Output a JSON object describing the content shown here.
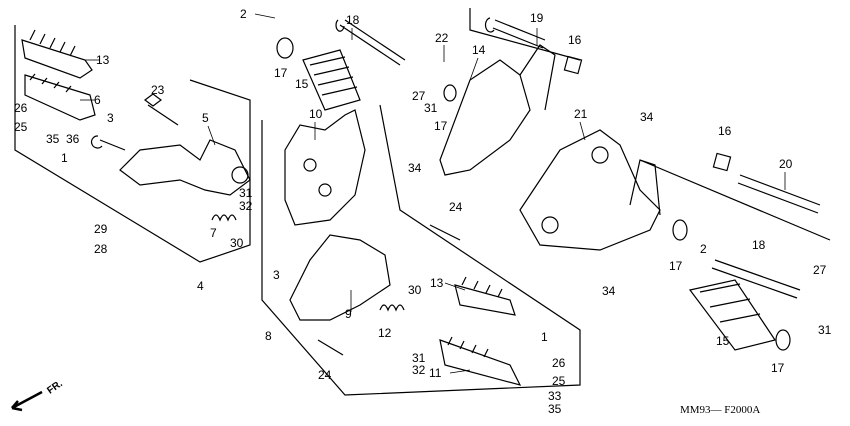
{
  "diagram": {
    "code": "MM93— F2000A",
    "direction_label": "FR.",
    "callouts": [
      "2",
      "18",
      "22",
      "19",
      "16",
      "13",
      "14",
      "17",
      "15",
      "27",
      "31",
      "17",
      "6",
      "23",
      "26",
      "25",
      "35",
      "36",
      "3",
      "5",
      "1",
      "10",
      "21",
      "34",
      "16",
      "20",
      "34",
      "31",
      "32",
      "7",
      "30",
      "29",
      "28",
      "4",
      "24",
      "2",
      "17",
      "18",
      "3",
      "34",
      "27",
      "31",
      "13",
      "30",
      "9",
      "12",
      "8",
      "1",
      "15",
      "17",
      "31",
      "32",
      "11",
      "26",
      "25",
      "33",
      "35",
      "24"
    ]
  }
}
